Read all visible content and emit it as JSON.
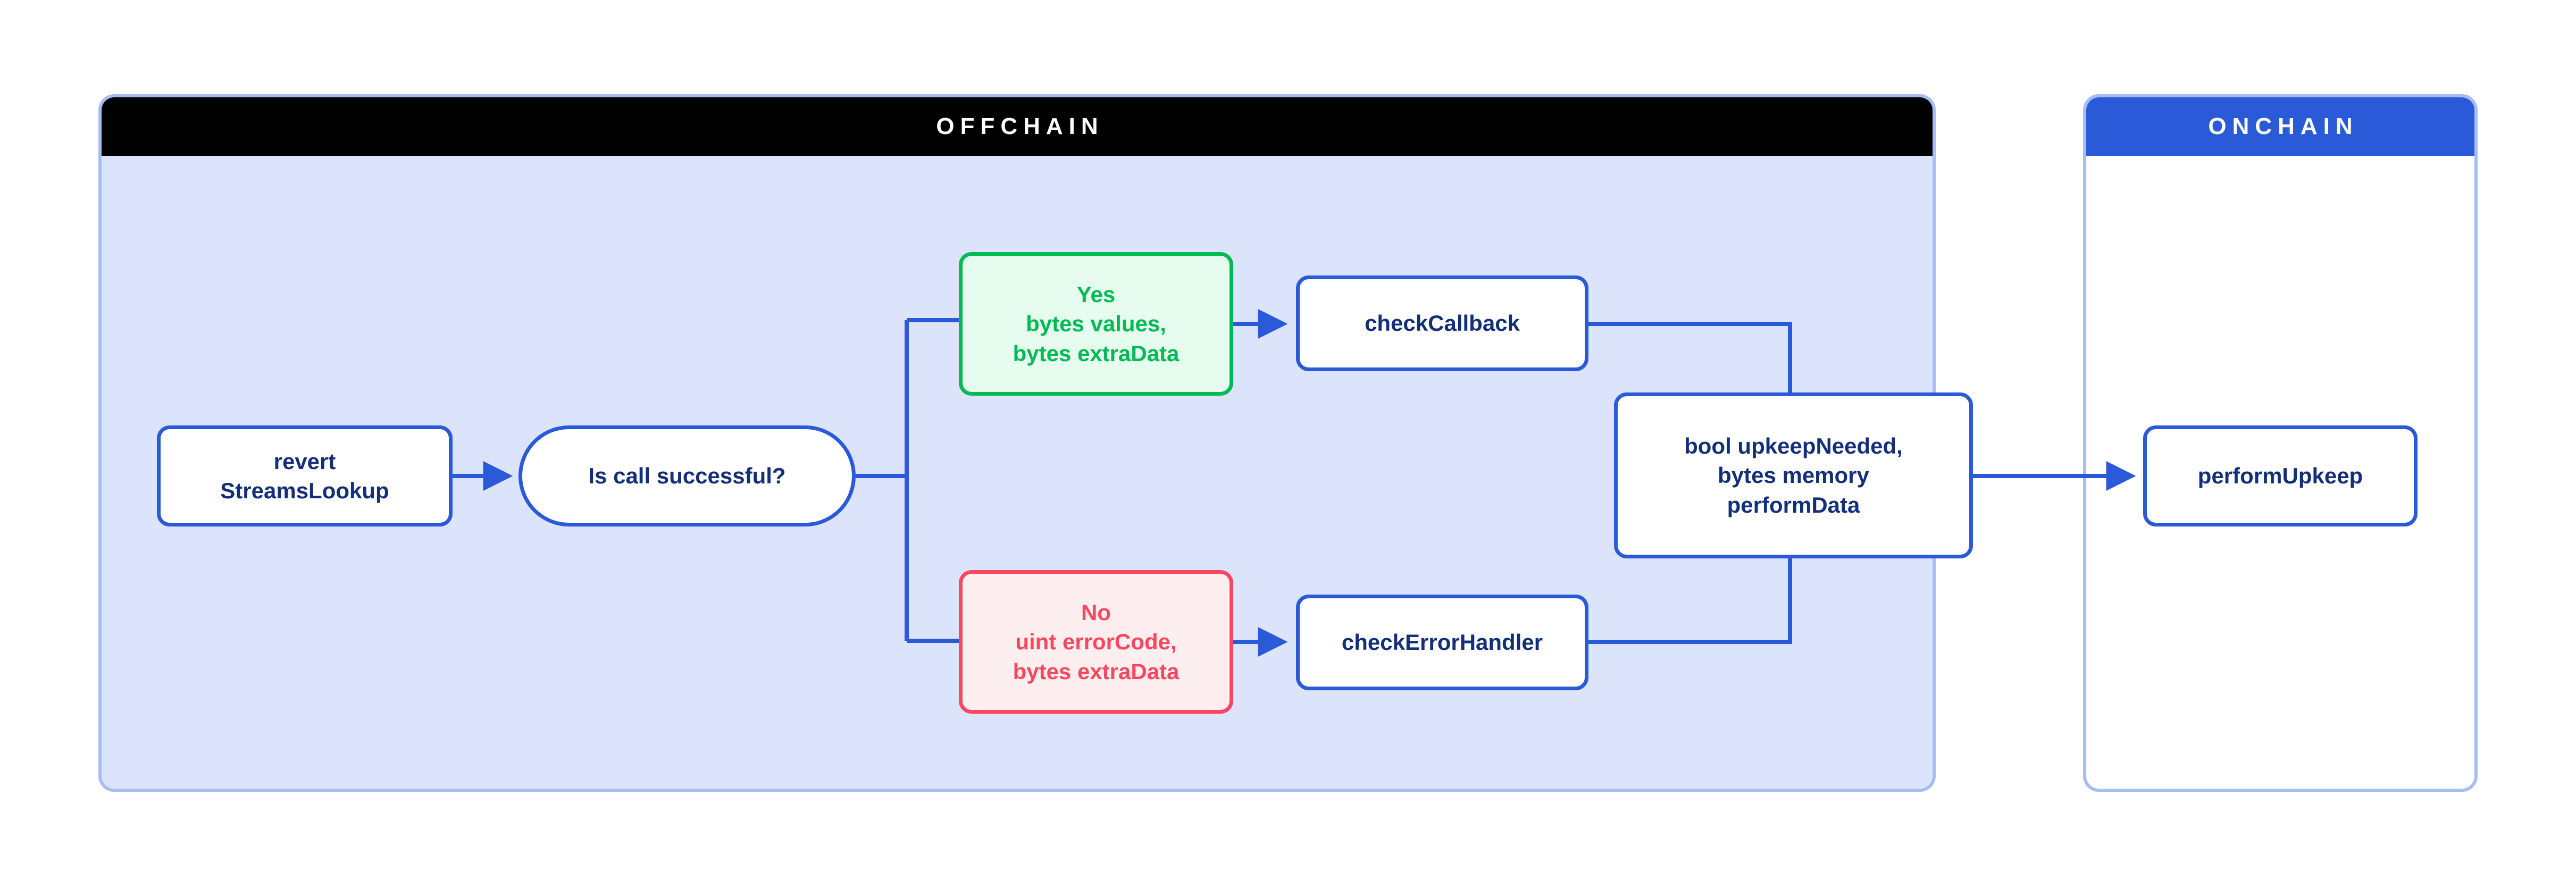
{
  "diagram": {
    "title": "Chainlink Automation StreamsLookup offchain/onchain flow",
    "colors": {
      "wire": "#2b5ad9",
      "node_border": "#2b5ad9",
      "node_text": "#132f7a",
      "panel_offchain_bg": "#dbe4fa",
      "panel_border": "#a7bdf2",
      "header_offchain_bg": "#000000",
      "header_onchain_bg": "#2b5ad9",
      "success": "#00ba53",
      "success_bg": "#e6fcef",
      "error": "#f8475f",
      "error_bg": "#fdeef0",
      "page_bg": "#ffffff"
    }
  },
  "panels": {
    "offchain": {
      "header": "OFFCHAIN"
    },
    "onchain": {
      "header": "ONCHAIN"
    }
  },
  "nodes": {
    "revert": {
      "label": "revert\nStreamsLookup",
      "shape": "rounded-rect",
      "state": "neutral"
    },
    "decision": {
      "label": "Is call successful?",
      "shape": "pill",
      "state": "neutral"
    },
    "yes": {
      "label": "Yes\nbytes values,\nbytes extraData",
      "shape": "rounded-rect",
      "state": "success"
    },
    "no": {
      "label": "No\nuint errorCode,\nbytes extraData",
      "shape": "rounded-rect",
      "state": "error"
    },
    "check_callback": {
      "label": "checkCallback",
      "shape": "rounded-rect",
      "state": "neutral"
    },
    "check_error_handler": {
      "label": "checkErrorHandler",
      "shape": "rounded-rect",
      "state": "neutral"
    },
    "merge": {
      "label": "bool upkeepNeeded,\nbytes memory\nperformData",
      "shape": "rounded-rect",
      "state": "neutral"
    },
    "perform_upkeep": {
      "label": "performUpkeep",
      "shape": "rounded-rect",
      "state": "neutral"
    }
  },
  "edges": [
    {
      "from": "revert",
      "to": "decision",
      "arrow": true,
      "style": "straight"
    },
    {
      "from": "decision",
      "to": "yes",
      "arrow": false,
      "style": "elbow-up"
    },
    {
      "from": "decision",
      "to": "no",
      "arrow": false,
      "style": "elbow-down"
    },
    {
      "from": "yes",
      "to": "check_callback",
      "arrow": true,
      "style": "straight"
    },
    {
      "from": "no",
      "to": "check_error_handler",
      "arrow": true,
      "style": "straight"
    },
    {
      "from": "check_callback",
      "to": "merge",
      "arrow": false,
      "style": "elbow-down"
    },
    {
      "from": "check_error_handler",
      "to": "merge",
      "arrow": false,
      "style": "elbow-up"
    },
    {
      "from": "merge",
      "to": "perform_upkeep",
      "arrow": true,
      "style": "straight"
    }
  ]
}
